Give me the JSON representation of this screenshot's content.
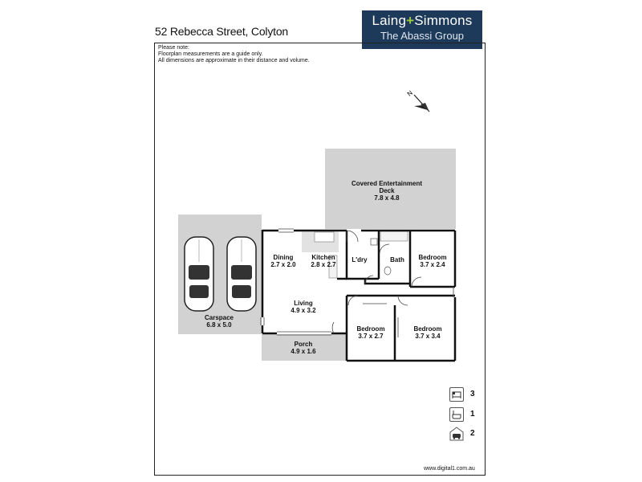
{
  "header": {
    "address": "52 Rebecca Street, Colyton",
    "brand_line1_a": "Laing",
    "brand_line1_plus": "+",
    "brand_line1_b": "Simmons",
    "brand_line2": "The Abassi Group"
  },
  "note": {
    "line1": "Please note:",
    "line2": "Floorplan measurements are a guide only.",
    "line3": "All dimensions are approximate in their distance and volume."
  },
  "compass": {
    "label": "N"
  },
  "rooms": {
    "deck": {
      "name1": "Covered Entertainment",
      "name2": "Deck",
      "size": "7.8 x 4.8"
    },
    "dining": {
      "name": "Dining",
      "size": "2.7 x 2.0"
    },
    "kitchen": {
      "name": "Kitchen",
      "size": "2.8 x 2.7"
    },
    "laundry": {
      "name": "L'dry"
    },
    "bath": {
      "name": "Bath"
    },
    "bedroom1": {
      "name": "Bedroom",
      "size": "3.7 x 2.4"
    },
    "living": {
      "name": "Living",
      "size": "4.9 x 3.2"
    },
    "bedroom2": {
      "name": "Bedroom",
      "size": "3.7 x 2.7"
    },
    "bedroom3": {
      "name": "Bedroom",
      "size": "3.7 x 3.4"
    },
    "porch": {
      "name": "Porch",
      "size": "4.9 x 1.6"
    },
    "carspace": {
      "name": "Carspace",
      "size": "6.8 x 5.0"
    }
  },
  "legend": {
    "bedrooms": {
      "icon": "bed-icon",
      "count": "3"
    },
    "bathrooms": {
      "icon": "bath-icon",
      "count": "1"
    },
    "parking": {
      "icon": "car-icon",
      "count": "2"
    }
  },
  "footer": {
    "website": "www.digital1.com.au"
  },
  "colors": {
    "brand_navy": "#1d3a5b",
    "brand_green": "#9ccc3c",
    "outdoor_gray": "#d2d2d2"
  }
}
